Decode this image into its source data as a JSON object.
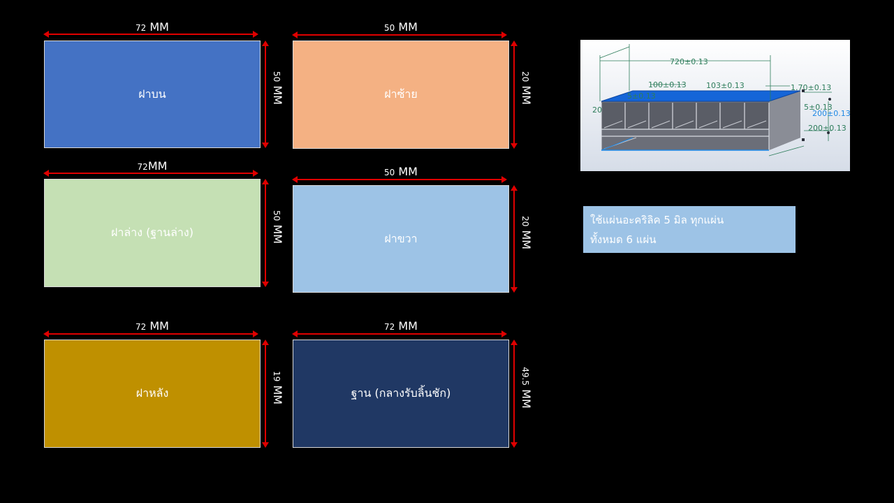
{
  "panels": [
    {
      "id": "top",
      "label": "ฝาบน",
      "color": "#4472c4",
      "width_num": "72",
      "width_unit": "MM",
      "height_num": "50",
      "height_unit": "MM"
    },
    {
      "id": "left",
      "label": "ฝาซ้าย",
      "color": "#f4b183",
      "width_num": "50",
      "width_unit": "MM",
      "height_num": "20",
      "height_unit": "MM"
    },
    {
      "id": "bottom",
      "label": "ฝาล่าง (ฐานล่าง)",
      "color": "#c5e0b4",
      "width_num": "72",
      "width_unit": "MM",
      "height_num": "50",
      "height_unit": "MM"
    },
    {
      "id": "right",
      "label": "ฝาขวา",
      "color": "#9dc3e6",
      "width_num": "50",
      "width_unit": "MM",
      "height_num": "20",
      "height_unit": "MM"
    },
    {
      "id": "back",
      "label": "ฝาหลัง",
      "color": "#bf9000",
      "width_num": "72",
      "width_unit": "MM",
      "height_num": "19",
      "height_unit": "MM"
    },
    {
      "id": "base",
      "label": "ฐาน (กลางรับลิ้นชัก)",
      "color": "#203864",
      "width_num": "72",
      "width_unit": "MM",
      "height_num": "49.5",
      "height_unit": "MM"
    }
  ],
  "note": {
    "line1": "ใช้แผ่นอะคริลิค 5 มิล ทุกแผ่น",
    "line2": "ทั้งหมด 6 แผ่น"
  },
  "cad_drawing": {
    "dims": [
      "720±0.13",
      "100±0.13",
      "103±0.13",
      "1.70±0.13",
      "5±0.13",
      "5±0.13",
      "200±0.13",
      "200±0.13",
      "20"
    ]
  },
  "colors": {
    "dimension_arrow": "#e00000",
    "background": "#000000"
  }
}
